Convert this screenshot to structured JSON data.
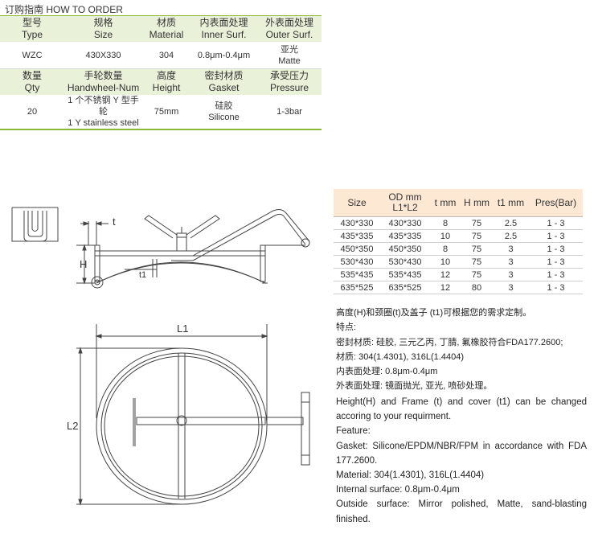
{
  "order": {
    "title": "订购指南 HOW TO ORDER",
    "header1": [
      {
        "cn": "型号",
        "en": "Type"
      },
      {
        "cn": "规格",
        "en": "Size"
      },
      {
        "cn": "材质",
        "en": "Material"
      },
      {
        "cn": "内表面处理",
        "en": "Inner Surf."
      },
      {
        "cn": "外表面处理",
        "en": "Outer Surf."
      }
    ],
    "row1": {
      "type": "WZC",
      "size": "430X330",
      "material": "304",
      "inner": "0.8μm-0.4μm",
      "outer_cn": "亚光",
      "outer_en": "Matte"
    },
    "header2": [
      {
        "cn": "数量",
        "en": "Qty"
      },
      {
        "cn": "手轮数量",
        "en": "Handwheel-Num"
      },
      {
        "cn": "高度",
        "en": "Height"
      },
      {
        "cn": "密封材质",
        "en": "Gasket"
      },
      {
        "cn": "承受压力",
        "en": "Pressure"
      }
    ],
    "row2": {
      "qty": "20",
      "handwheel_cn": "1 个不锈钢 Y 型手轮",
      "handwheel_en": "1 Y stainless steel",
      "height": "75mm",
      "gasket_cn": "硅胶",
      "gasket_en": "Silicone",
      "pressure": "1-3bar"
    }
  },
  "drawing": {
    "label_t": "t",
    "label_h": "H",
    "label_t1": "t1",
    "label_l1": "L1",
    "label_l2": "L2"
  },
  "size_table": {
    "headers": {
      "size": "Size",
      "od_line1": "OD mm",
      "od_line2": "L1*L2",
      "t": "t mm",
      "h": "H mm",
      "t1": "t1 mm",
      "pres": "Pres(Bar)"
    },
    "rows": [
      {
        "size": "430*330",
        "od": "430*330",
        "t": "8",
        "h": "75",
        "t1": "2.5",
        "pres": "1 - 3"
      },
      {
        "size": "435*335",
        "od": "435*335",
        "t": "10",
        "h": "75",
        "t1": "2.5",
        "pres": "1 - 3"
      },
      {
        "size": "450*350",
        "od": "450*350",
        "t": "8",
        "h": "75",
        "t1": "3",
        "pres": "1 - 3"
      },
      {
        "size": "530*430",
        "od": "530*430",
        "t": "10",
        "h": "75",
        "t1": "3",
        "pres": "1 - 3"
      },
      {
        "size": "535*435",
        "od": "535*435",
        "t": "12",
        "h": "75",
        "t1": "3",
        "pres": "1 - 3"
      },
      {
        "size": "635*525",
        "od": "635*525",
        "t": "12",
        "h": "80",
        "t1": "3",
        "pres": "1 - 3"
      }
    ]
  },
  "notes_cn": [
    "高度(H)和颈圈(t)及盖子 (t1)可根据您的需求定制。",
    "特点:",
    "密封材质: 硅胶, 三元乙丙, 丁腈, 氟橡胶符合FDA177.2600;",
    "材质: 304(1.4301), 316L(1.4404)",
    "内表面处理: 0.8μm-0.4μm",
    "外表面处理: 镜面抛光, 亚光, 喷砂处理。"
  ],
  "notes_en": {
    "custom": "Height(H) and Frame (t) and cover (t1) can be changed accoring to your requirment.",
    "feature": "Feature:",
    "gasket": "Gasket: Silicone/EPDM/NBR/FPM in accordance with FDA 177.2600.",
    "material": "Material: 304(1.4301), 316L(1.4404)",
    "internal": "Internal surface: 0.8μm-0.4μm",
    "outside": "Outside surface: Mirror polished, Matte, sand-blasting finished."
  }
}
